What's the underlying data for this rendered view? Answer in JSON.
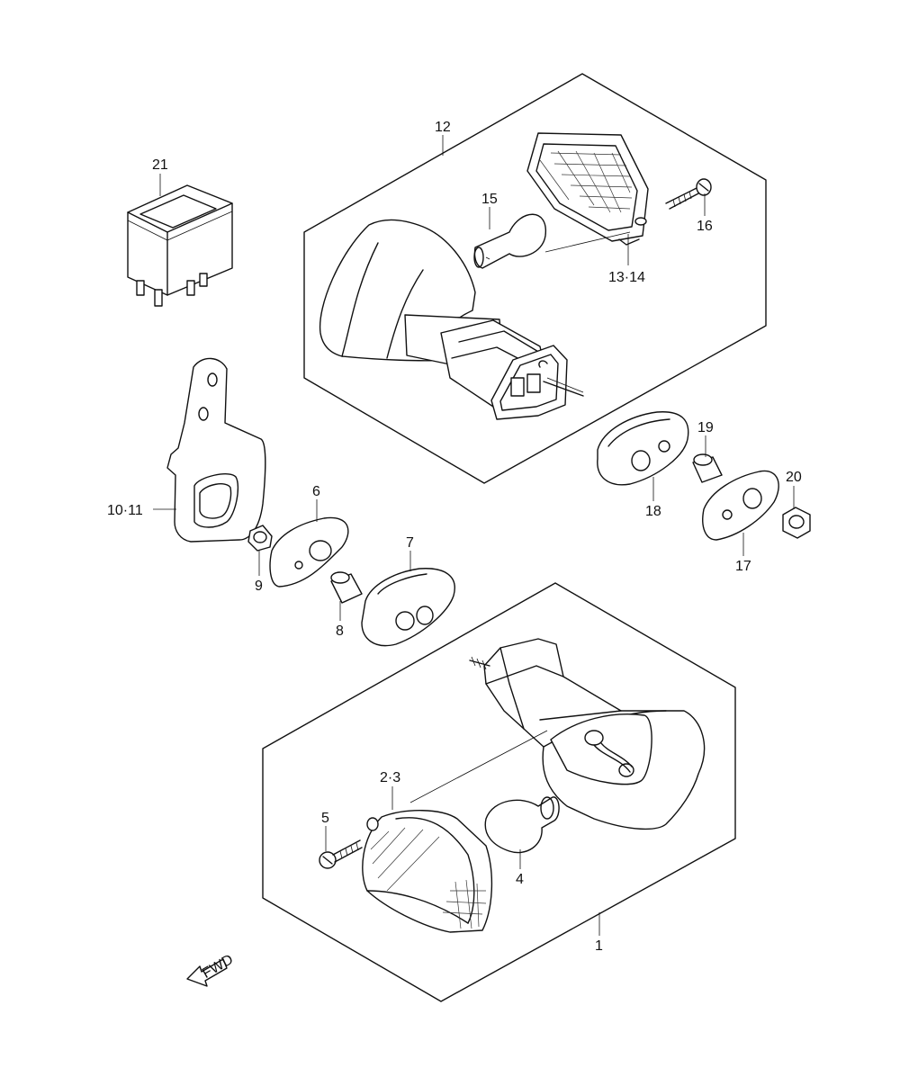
{
  "labels": {
    "p1": "1",
    "p2_3": "2·3",
    "p4": "4",
    "p5": "5",
    "p6": "6",
    "p7": "7",
    "p8": "8",
    "p9": "9",
    "p10_11": "10·11",
    "p12": "12",
    "p13_14": "13·14",
    "p15": "15",
    "p16": "16",
    "p17": "17",
    "p18": "18",
    "p19": "19",
    "p20": "20",
    "p21": "21"
  },
  "fwd": "FWD"
}
